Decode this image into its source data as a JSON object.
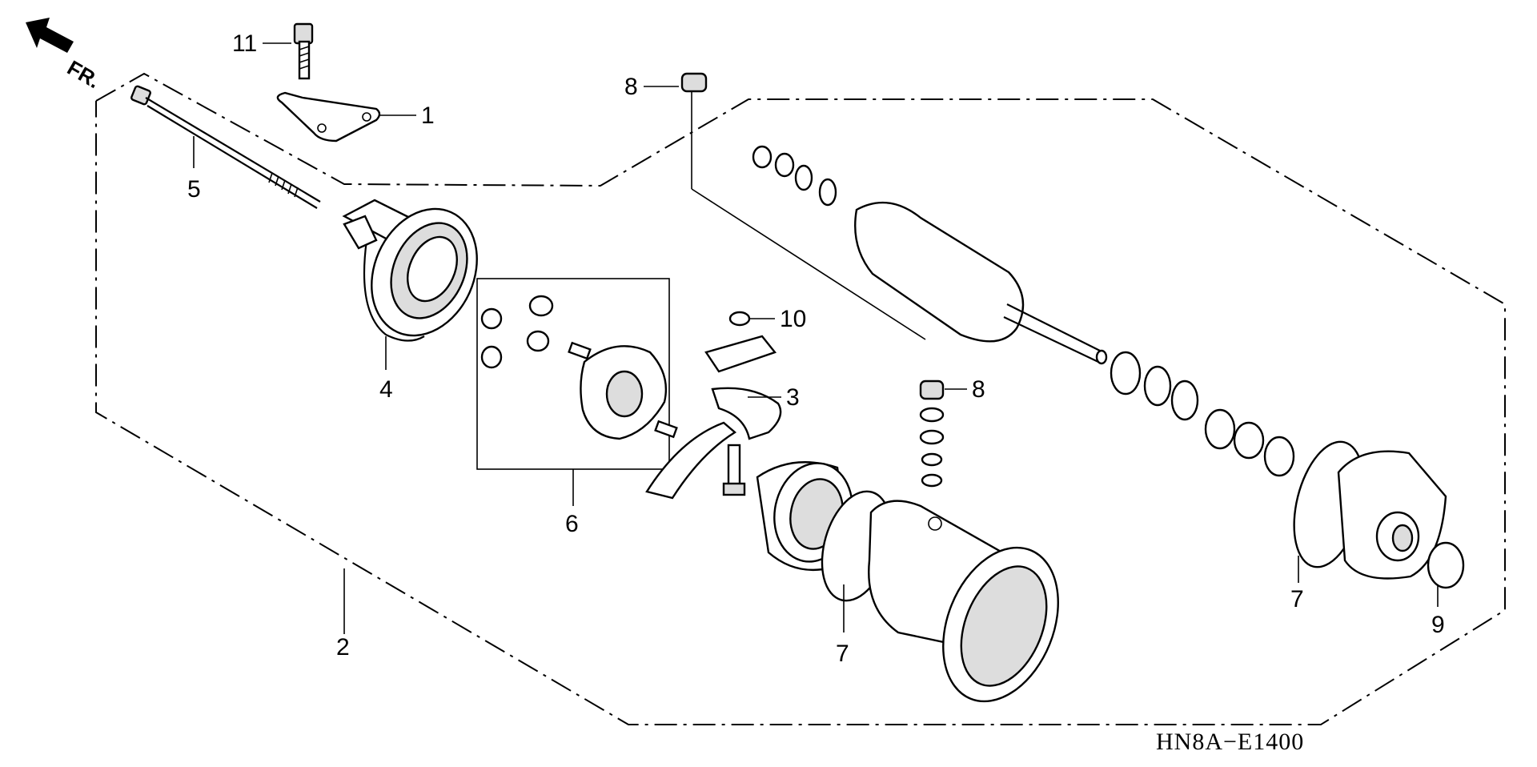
{
  "diagram": {
    "orientation_label": "FR.",
    "figure_code": "HN8A−E1400",
    "callouts": [
      "11",
      "1",
      "5",
      "4",
      "2",
      "6",
      "10",
      "3",
      "8",
      "8",
      "7",
      "7",
      "9"
    ]
  }
}
